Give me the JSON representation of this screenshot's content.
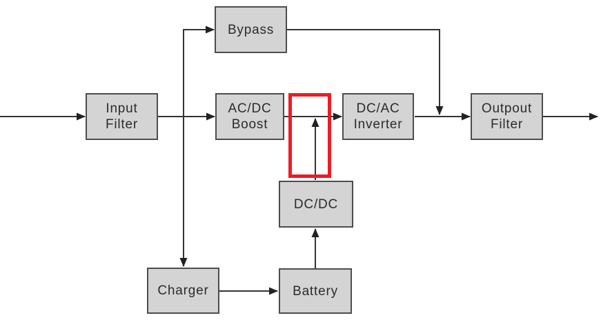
{
  "diagram": {
    "boxes": {
      "bypass": {
        "lines": [
          "Bypass"
        ]
      },
      "input_filter": {
        "lines": [
          "Input",
          "Filter"
        ]
      },
      "acdc_boost": {
        "lines": [
          "AC/DC",
          "Boost"
        ]
      },
      "dcac_inverter": {
        "lines": [
          "DC/AC",
          "Inverter"
        ]
      },
      "output_filter": {
        "lines": [
          "Outpout",
          "Filter"
        ]
      },
      "dcdc": {
        "lines": [
          "DC/DC"
        ]
      },
      "charger": {
        "lines": [
          "Charger"
        ]
      },
      "battery": {
        "lines": [
          "Battery"
        ]
      }
    },
    "connections": [
      {
        "from": "mains-input",
        "to": "input_filter"
      },
      {
        "from": "input_filter",
        "to": "acdc_boost"
      },
      {
        "from": "input_filter",
        "to": "bypass"
      },
      {
        "from": "input_filter",
        "to": "charger"
      },
      {
        "from": "bypass",
        "to": "output-bus"
      },
      {
        "from": "acdc_boost",
        "to": "dcac_inverter"
      },
      {
        "from": "dcdc",
        "to": "dc-bus"
      },
      {
        "from": "dcac_inverter",
        "to": "output_filter"
      },
      {
        "from": "output_filter",
        "to": "load-output"
      },
      {
        "from": "charger",
        "to": "battery"
      },
      {
        "from": "battery",
        "to": "dcdc"
      }
    ],
    "colors": {
      "box_fill": "#d4d4d4",
      "box_border": "#4c4c4c",
      "wire": "#333333",
      "highlight": "#ed1c24",
      "background": "#ffffff"
    }
  }
}
